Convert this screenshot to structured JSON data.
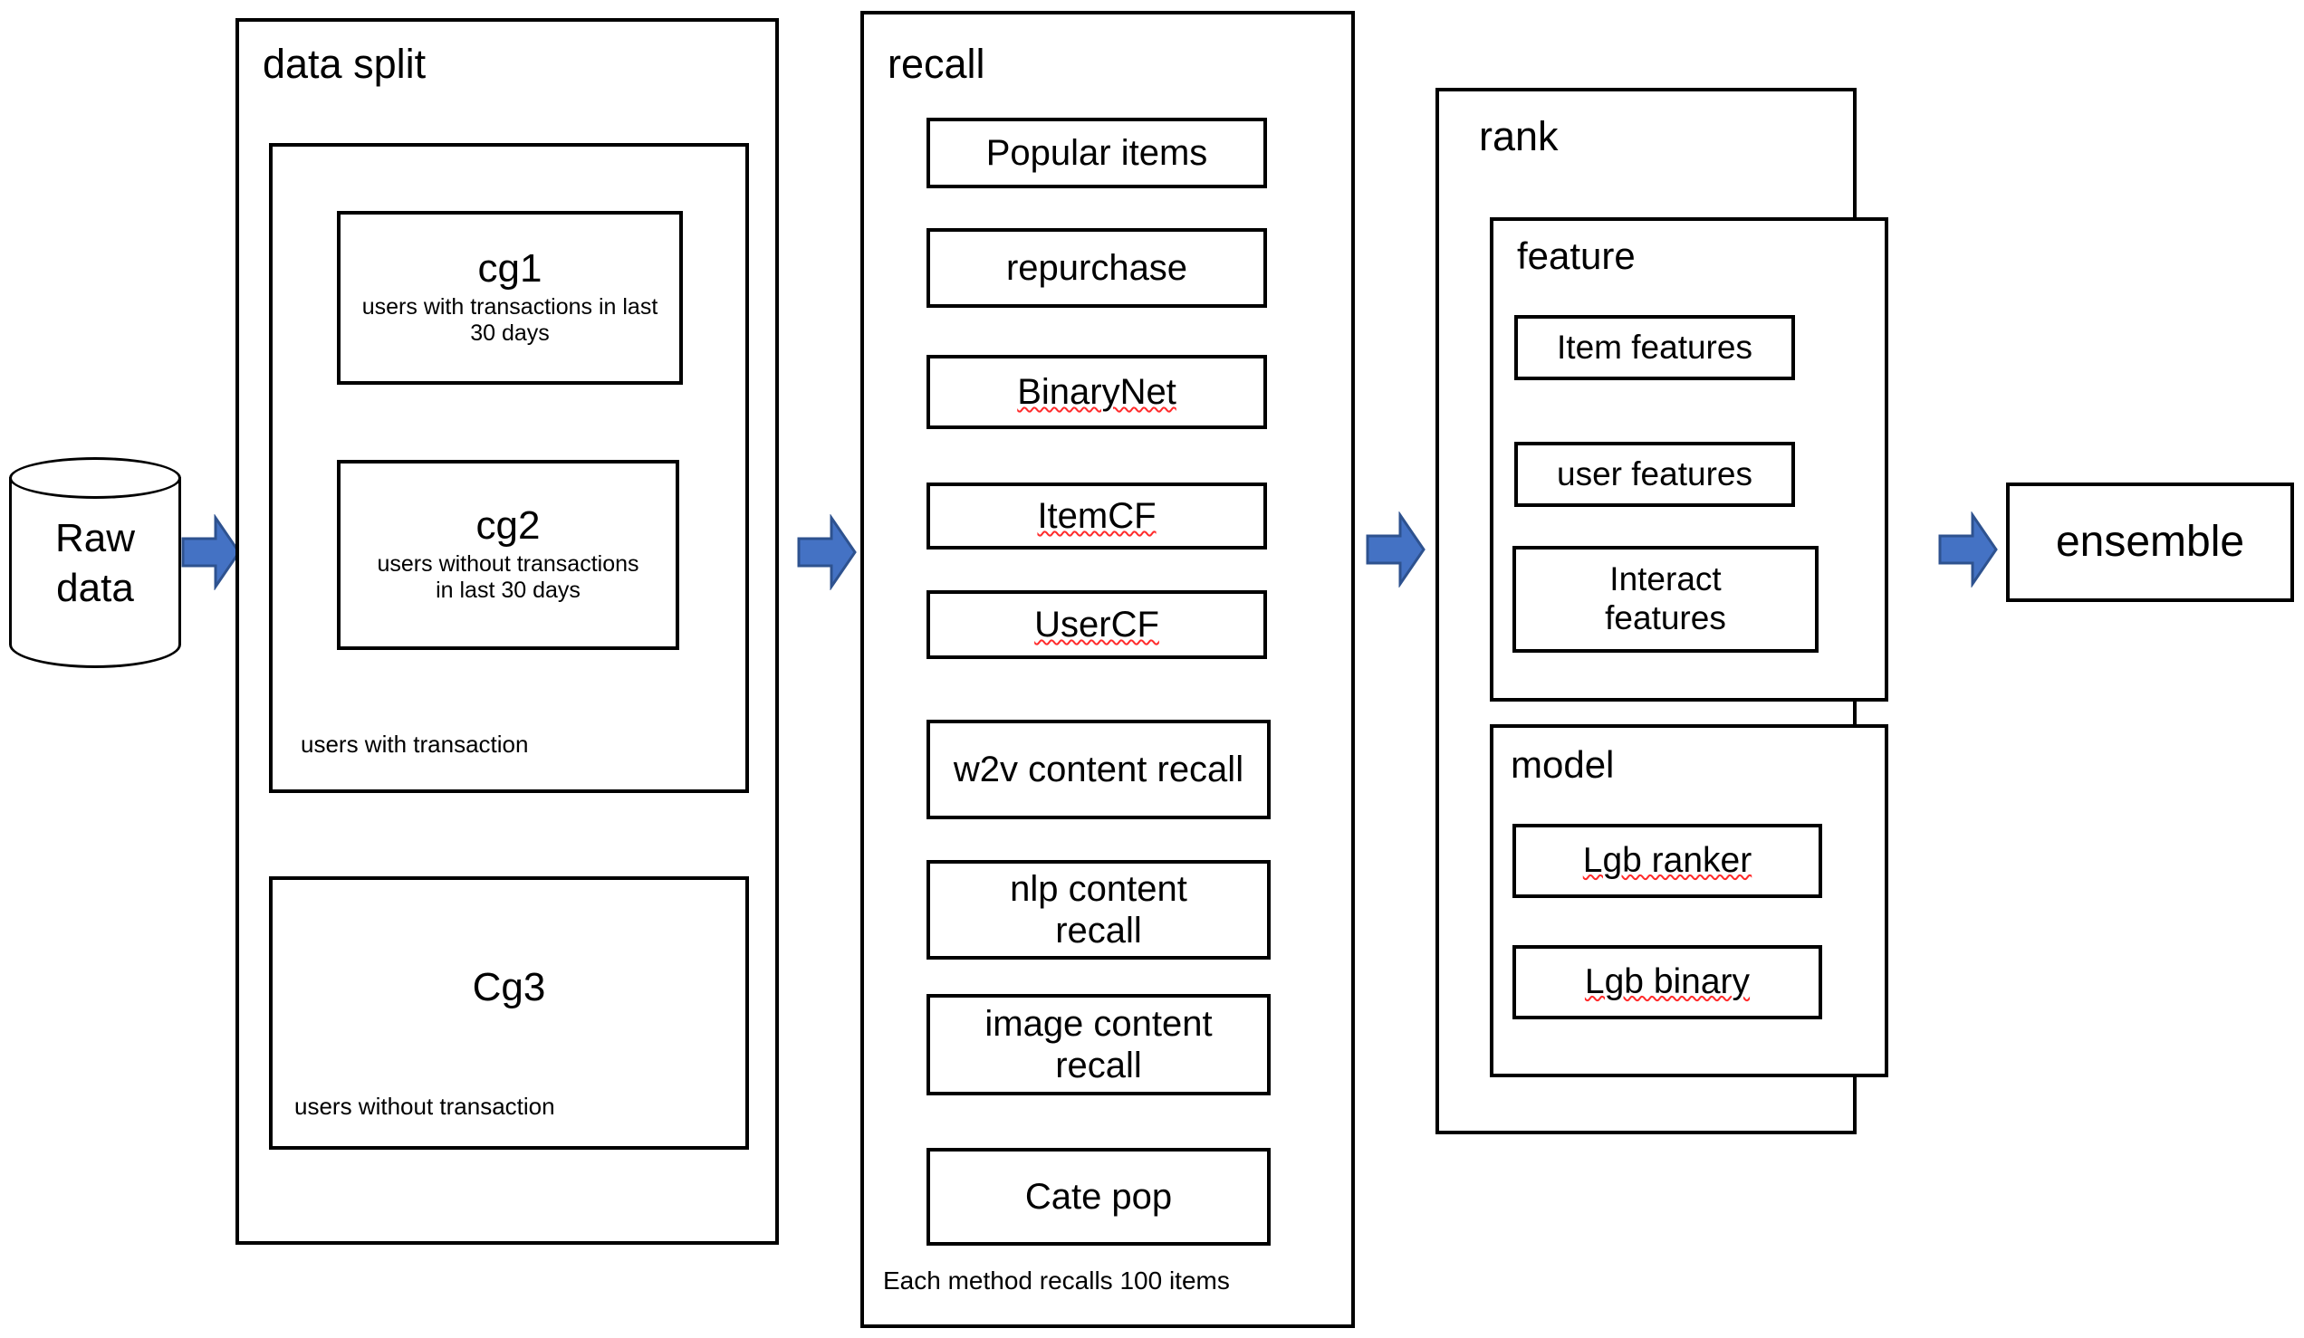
{
  "diagram": {
    "source": {
      "label_line1": "Raw",
      "label_line2": "data",
      "icon": "database-cylinder"
    },
    "arrow_color": "#4472C4",
    "arrow_stroke": "#2E528F",
    "spellcheck_underline_color": "#FF2B2B",
    "stages": [
      {
        "id": "data-split",
        "title": "data split",
        "groups": [
          {
            "id": "users-with-transaction",
            "caption": "users with transaction",
            "boxes": [
              {
                "id": "cg1",
                "title": "cg1",
                "subtitle": "users with transactions in last 30 days"
              },
              {
                "id": "cg2",
                "title": "cg2",
                "subtitle": "users without transactions in last 30 days"
              }
            ]
          },
          {
            "id": "users-without-transaction",
            "caption": "users without transaction",
            "boxes": [
              {
                "id": "cg3",
                "title": "Cg3",
                "subtitle": ""
              }
            ]
          }
        ]
      },
      {
        "id": "recall",
        "title": "recall",
        "footnote": "Each method recalls  100 items",
        "methods": [
          {
            "id": "popular-items",
            "label": "Popular items",
            "misspelled": false
          },
          {
            "id": "repurchase",
            "label": "repurchase",
            "misspelled": false
          },
          {
            "id": "binarynet",
            "label": "BinaryNet",
            "misspelled": true
          },
          {
            "id": "itemcf",
            "label": "ItemCF",
            "misspelled": true
          },
          {
            "id": "usercf",
            "label": "UserCF",
            "misspelled": true
          },
          {
            "id": "w2v-content-recall",
            "label": "w2v content recall",
            "misspelled": false
          },
          {
            "id": "nlp-content-recall",
            "label": "nlp content recall",
            "misspelled": true
          },
          {
            "id": "image-content-recall",
            "label": "image content recall",
            "misspelled": false
          },
          {
            "id": "cate-pop",
            "label": "Cate pop",
            "misspelled": false
          }
        ]
      },
      {
        "id": "rank",
        "title": "rank",
        "subsections": [
          {
            "id": "feature",
            "title": "feature",
            "items": [
              {
                "id": "item-features",
                "label": "Item features",
                "misspelled": false
              },
              {
                "id": "user-features",
                "label": "user features",
                "misspelled": false
              },
              {
                "id": "interact-features",
                "label": "Interact features",
                "misspelled": false
              }
            ]
          },
          {
            "id": "model",
            "title": "model",
            "items": [
              {
                "id": "lgb-ranker",
                "label": "Lgb ranker",
                "misspelled": true
              },
              {
                "id": "lgb-binary",
                "label": "Lgb binary",
                "misspelled": true
              }
            ]
          }
        ]
      },
      {
        "id": "ensemble",
        "title": "ensemble"
      }
    ],
    "arrows": [
      {
        "id": "arrow-raw-to-split",
        "from": "raw-data",
        "to": "data-split"
      },
      {
        "id": "arrow-split-to-recall",
        "from": "data-split",
        "to": "recall"
      },
      {
        "id": "arrow-recall-to-rank",
        "from": "recall",
        "to": "rank"
      },
      {
        "id": "arrow-rank-to-ensemble",
        "from": "rank",
        "to": "ensemble"
      }
    ]
  }
}
